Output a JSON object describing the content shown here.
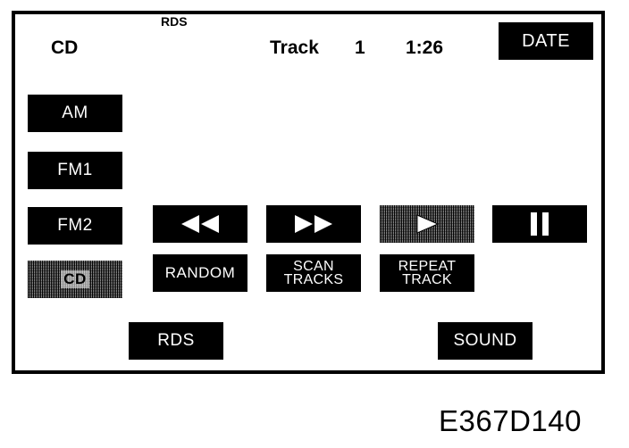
{
  "status_bar": {
    "indicator": "RDS",
    "source": "CD",
    "track_label": "Track",
    "track_number": "1",
    "time": "1:26",
    "date_button": "DATE"
  },
  "sources": {
    "am": "AM",
    "fm1": "FM1",
    "fm2": "FM2",
    "cd": "CD"
  },
  "transport": {
    "rewind_icon": "rewind-icon",
    "fast_forward_icon": "fast-forward-icon",
    "play_icon": "play-icon",
    "pause_icon": "pause-icon",
    "play_active": true
  },
  "modes": {
    "random": "RANDOM",
    "scan_tracks": [
      "SCAN",
      "TRACKS"
    ],
    "repeat_track": [
      "REPEAT",
      "TRACK"
    ]
  },
  "bottom": {
    "rds": "RDS",
    "sound": "SOUND"
  },
  "figure_code": "E367D140",
  "colors": {
    "button_bg": "#000000",
    "button_text": "#ffffff",
    "screen_bg": "#ffffff"
  }
}
